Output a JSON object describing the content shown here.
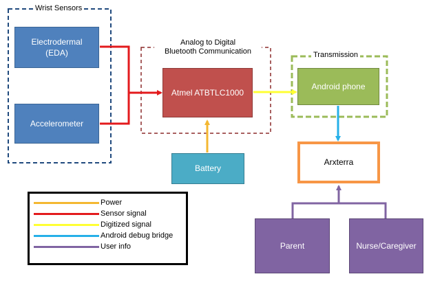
{
  "groups": {
    "wrist_sensors": "Wrist Sensors",
    "analog_digital": "Analog to Digital\nBluetooth Communication",
    "transmission": "Transmission"
  },
  "nodes": {
    "eda": "Electrodermal\n(EDA)",
    "accelerometer": "Accelerometer",
    "atmel": "Atmel ATBTLC1000",
    "battery": "Battery",
    "android_phone": "Android phone",
    "arxterra": "Arxterra",
    "parent": "Parent",
    "nurse": "Nurse/Caregiver"
  },
  "legend": [
    {
      "label": "Power",
      "color": "#f4b731"
    },
    {
      "label": "Sensor signal",
      "color": "#e31a1c"
    },
    {
      "label": "Digitized signal",
      "color": "#ffff33"
    },
    {
      "label": "Android debug bridge",
      "color": "#26b0e8"
    },
    {
      "label": "User info",
      "color": "#8064a2"
    }
  ],
  "colors": {
    "power": "#f4b731",
    "sensor_signal": "#e31a1c",
    "digitized_signal": "#ffff33",
    "adb": "#26b0e8",
    "user_info": "#8064a2"
  }
}
